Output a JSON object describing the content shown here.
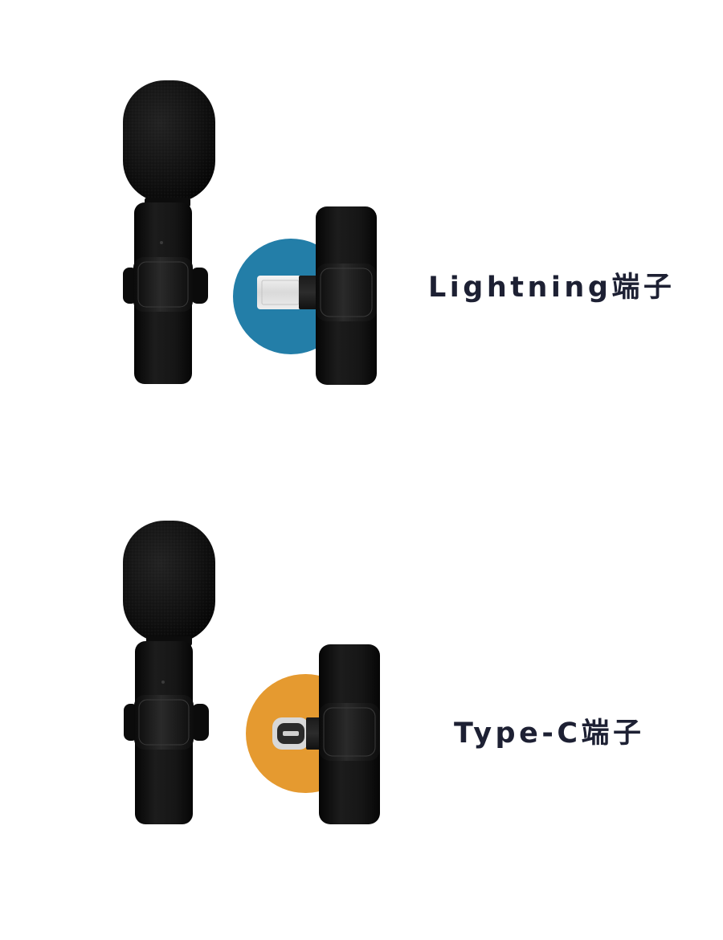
{
  "products": [
    {
      "id": "lightning",
      "label": "Lightning端子",
      "accent_color": "#237ea8",
      "connector_icon": "lightning-connector-icon"
    },
    {
      "id": "typec",
      "label": "Type-C端子",
      "accent_color": "#e59a30",
      "connector_icon": "usb-c-connector-icon"
    }
  ],
  "colors": {
    "background": "#ffffff",
    "label_text": "#1d2033",
    "device_body": "#121212"
  }
}
